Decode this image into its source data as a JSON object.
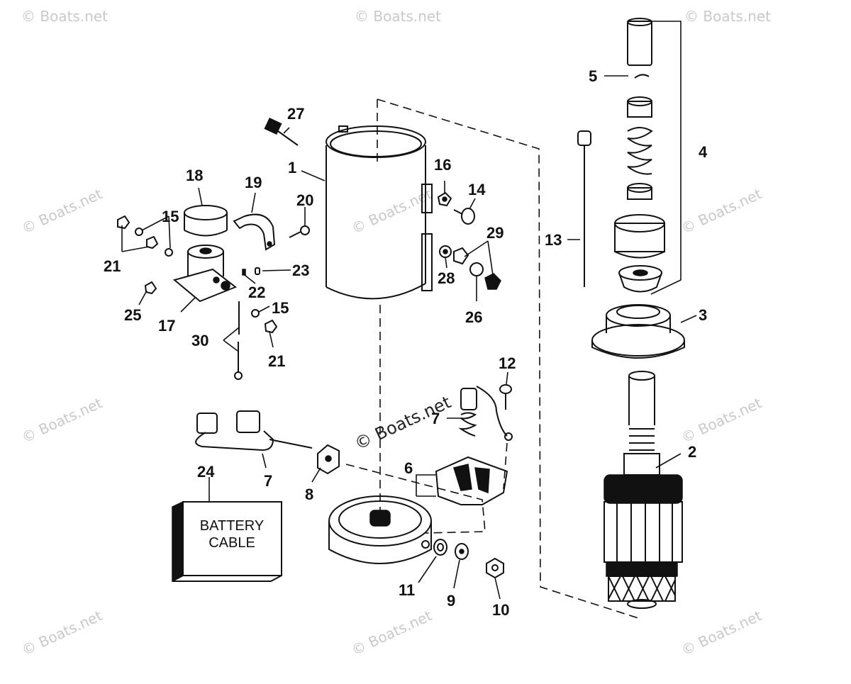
{
  "watermark": {
    "text": "© Boats.net",
    "center_text": "© Boats.net"
  },
  "battery_cable_box": {
    "line1": "BATTERY",
    "line2": "CABLE"
  },
  "callouts": [
    {
      "id": "c1",
      "label": "1"
    },
    {
      "id": "c2",
      "label": "2"
    },
    {
      "id": "c3",
      "label": "3"
    },
    {
      "id": "c4",
      "label": "4"
    },
    {
      "id": "c5",
      "label": "5"
    },
    {
      "id": "c6",
      "label": "6"
    },
    {
      "id": "c7a",
      "label": "7"
    },
    {
      "id": "c7b",
      "label": "7"
    },
    {
      "id": "c8",
      "label": "8"
    },
    {
      "id": "c9",
      "label": "9"
    },
    {
      "id": "c10",
      "label": "10"
    },
    {
      "id": "c11",
      "label": "11"
    },
    {
      "id": "c12",
      "label": "12"
    },
    {
      "id": "c13",
      "label": "13"
    },
    {
      "id": "c14",
      "label": "14"
    },
    {
      "id": "c15a",
      "label": "15"
    },
    {
      "id": "c15b",
      "label": "15"
    },
    {
      "id": "c16",
      "label": "16"
    },
    {
      "id": "c17",
      "label": "17"
    },
    {
      "id": "c18",
      "label": "18"
    },
    {
      "id": "c19",
      "label": "19"
    },
    {
      "id": "c20",
      "label": "20"
    },
    {
      "id": "c21a",
      "label": "21"
    },
    {
      "id": "c21b",
      "label": "21"
    },
    {
      "id": "c22",
      "label": "22"
    },
    {
      "id": "c23",
      "label": "23"
    },
    {
      "id": "c24",
      "label": "24"
    },
    {
      "id": "c25",
      "label": "25"
    },
    {
      "id": "c26",
      "label": "26"
    },
    {
      "id": "c27",
      "label": "27"
    },
    {
      "id": "c28",
      "label": "28"
    },
    {
      "id": "c29",
      "label": "29"
    },
    {
      "id": "c30",
      "label": "30"
    }
  ]
}
